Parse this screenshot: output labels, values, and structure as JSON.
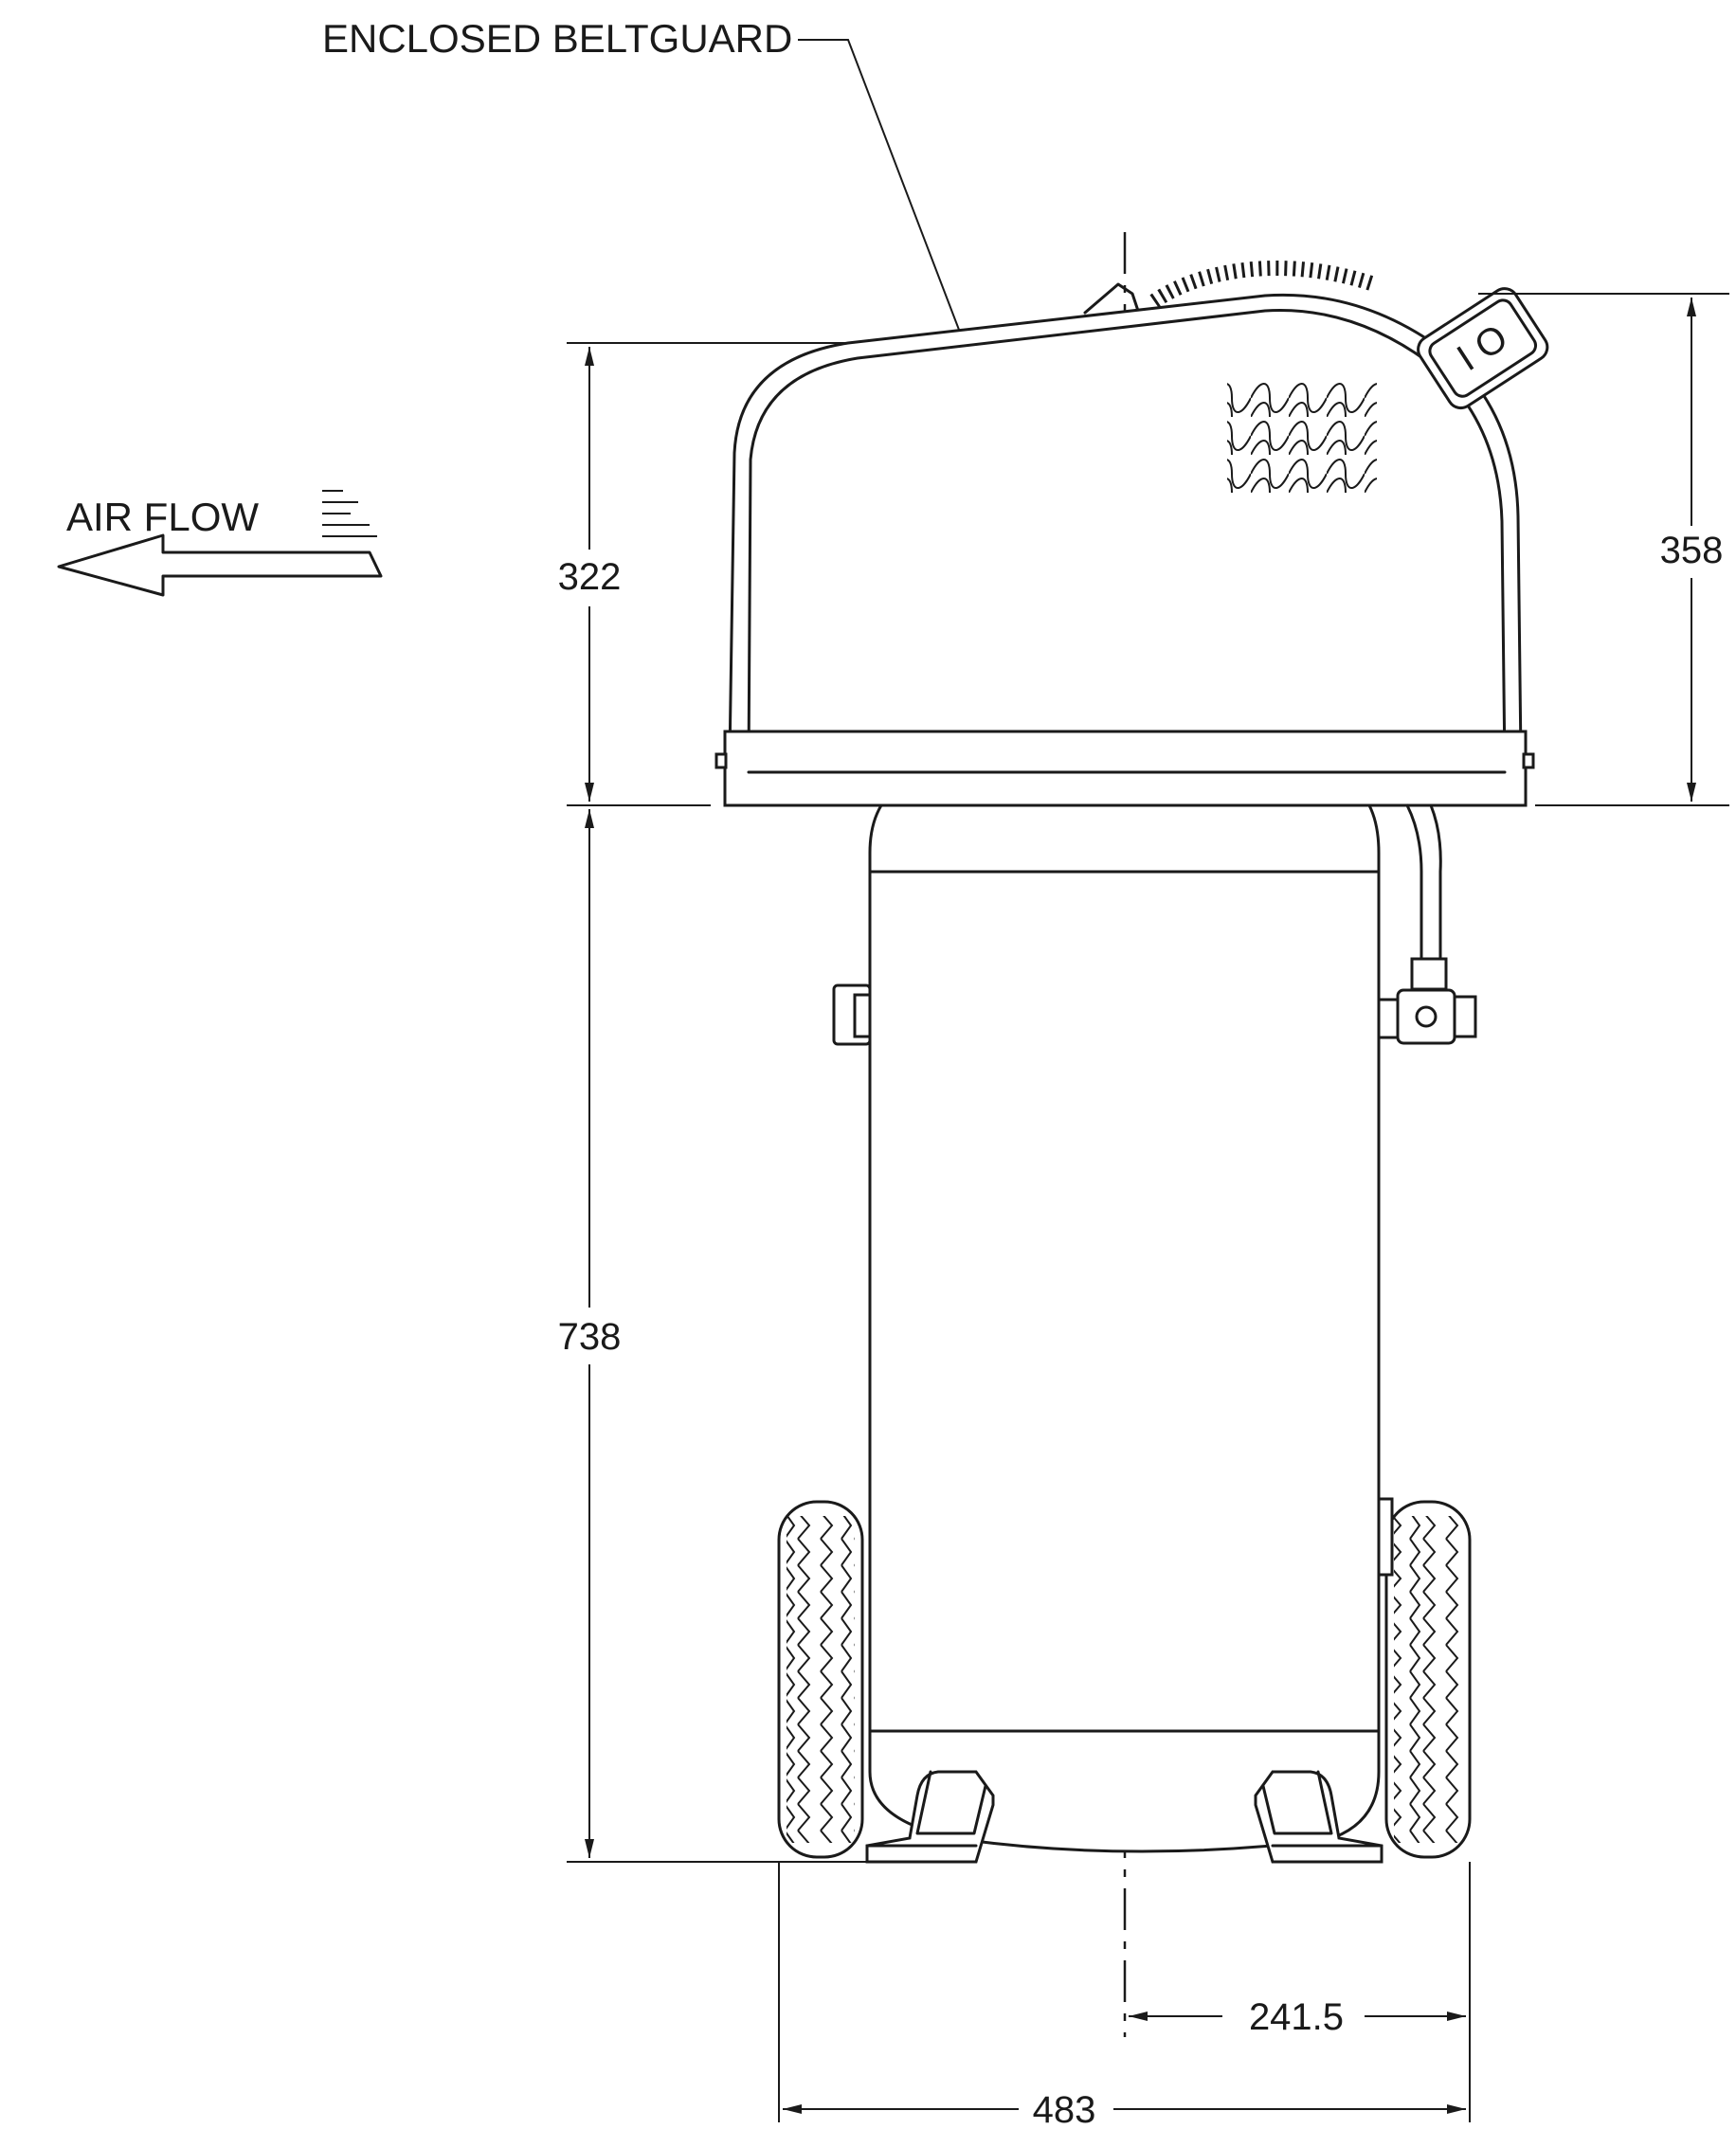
{
  "callout": {
    "label": "ENCLOSED BELTGUARD"
  },
  "airflow": {
    "label": "AIR FLOW"
  },
  "switch": {
    "text": "I O"
  },
  "dimensions": {
    "beltguard_height": "322",
    "overall_top_height": "358",
    "tank_height": "738",
    "half_width": "241.5",
    "overall_width": "483"
  }
}
